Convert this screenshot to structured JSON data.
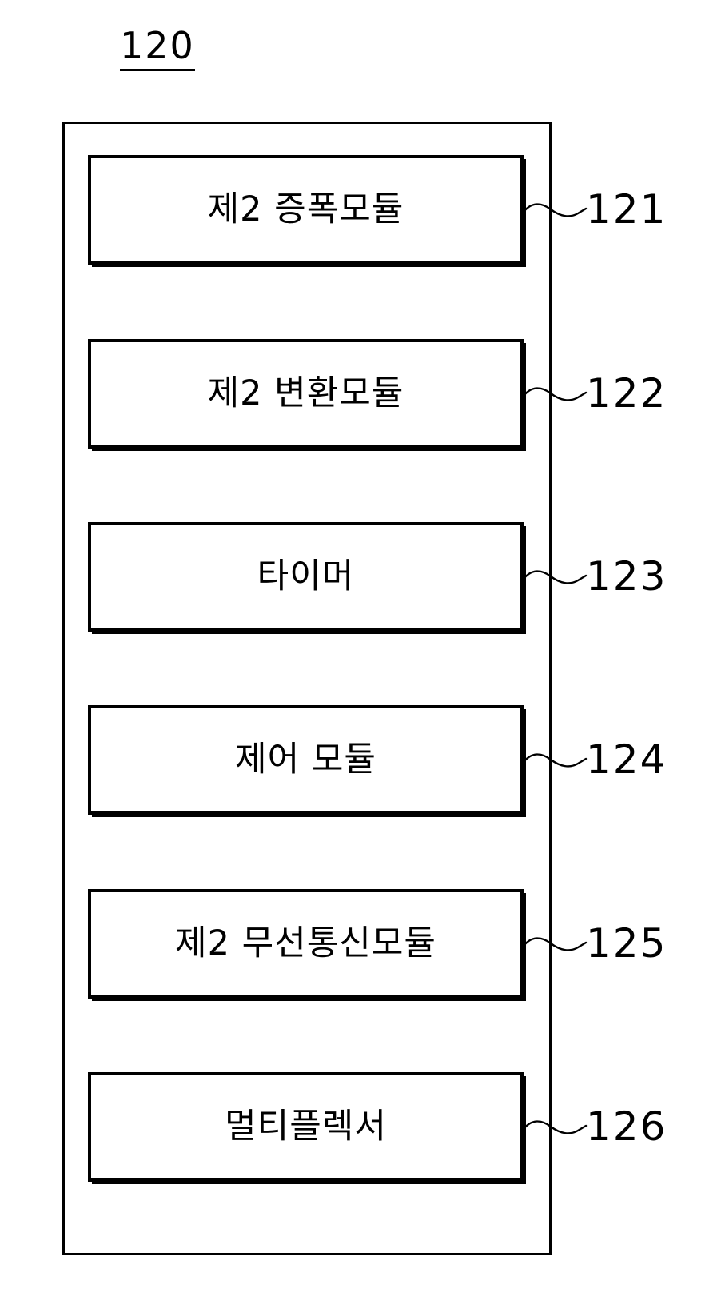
{
  "figure": {
    "label": "120",
    "label_underlined": true
  },
  "colors": {
    "ink": "#000000",
    "background": "#ffffff"
  },
  "diagram": {
    "type": "block-diagram",
    "container_name": "120",
    "modules": [
      {
        "label": "제2 증폭모듈",
        "ref": "121"
      },
      {
        "label": "제2 변환모듈",
        "ref": "122"
      },
      {
        "label": "타이머",
        "ref": "123"
      },
      {
        "label": "제어 모듈",
        "ref": "124"
      },
      {
        "label": "제2 무선통신모듈",
        "ref": "125"
      },
      {
        "label": "멀티플렉서",
        "ref": "126"
      }
    ]
  }
}
